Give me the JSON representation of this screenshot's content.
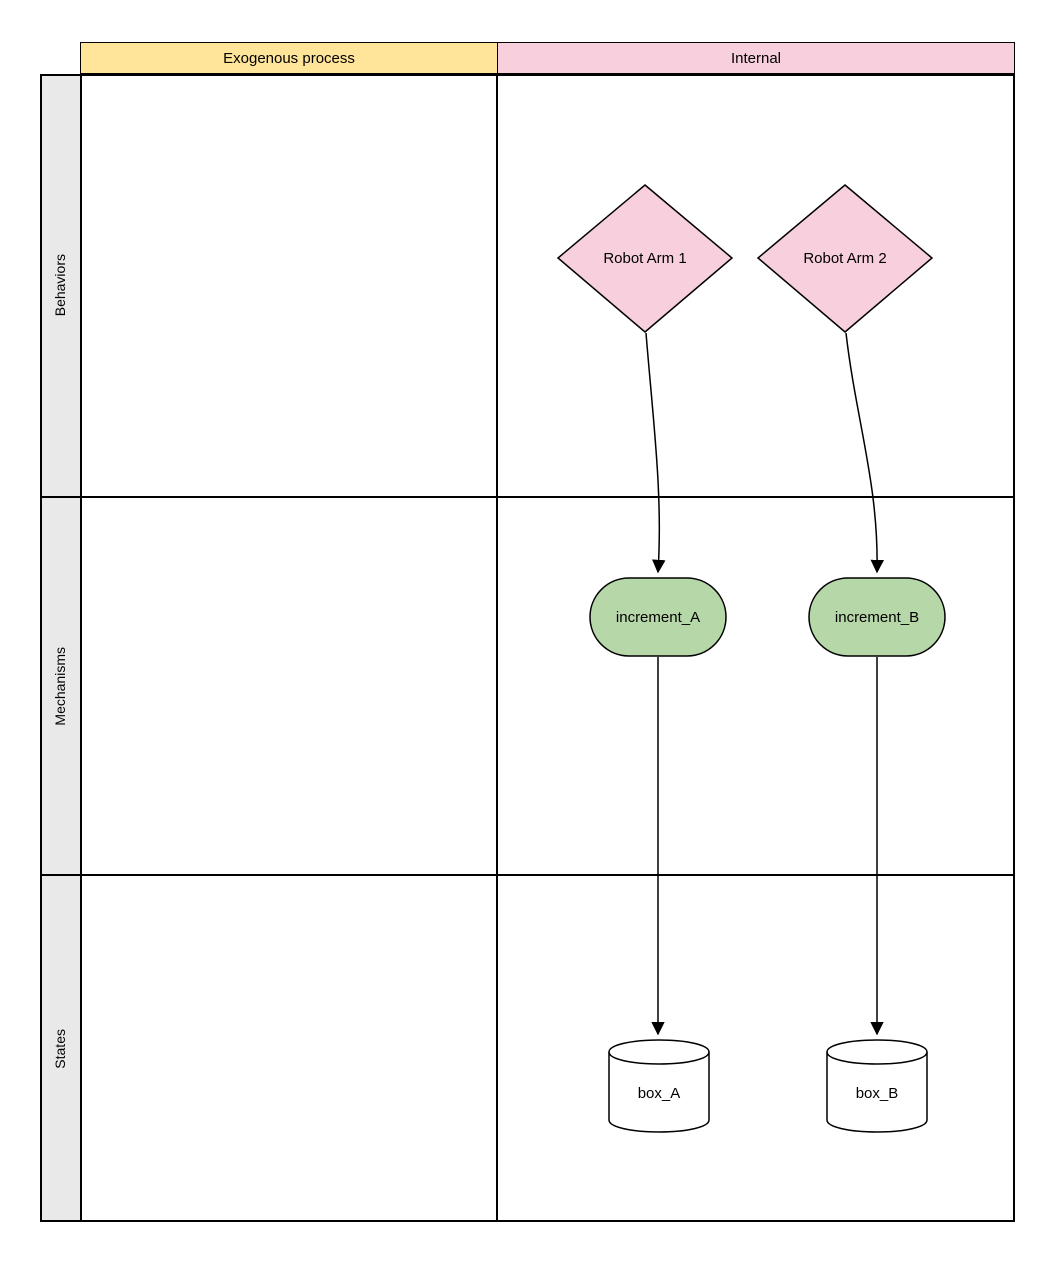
{
  "diagram": {
    "columns": [
      {
        "label": "Exogenous process",
        "fill": "#ffe599"
      },
      {
        "label": "Internal",
        "fill": "#f8cfdc"
      }
    ],
    "rows": [
      {
        "label": "Behaviors"
      },
      {
        "label": "Mechanisms"
      },
      {
        "label": "States"
      }
    ],
    "nodes": [
      {
        "id": "robot_arm_1",
        "label": "Robot Arm 1",
        "shape": "diamond",
        "row": "Behaviors",
        "column": "Internal",
        "fill": "#f8cfdc"
      },
      {
        "id": "robot_arm_2",
        "label": "Robot Arm 2",
        "shape": "diamond",
        "row": "Behaviors",
        "column": "Internal",
        "fill": "#f8cfdc"
      },
      {
        "id": "increment_A",
        "label": "increment_A",
        "shape": "rounded",
        "row": "Mechanisms",
        "column": "Internal",
        "fill": "#b6d7a8"
      },
      {
        "id": "increment_B",
        "label": "increment_B",
        "shape": "rounded",
        "row": "Mechanisms",
        "column": "Internal",
        "fill": "#b6d7a8"
      },
      {
        "id": "box_A",
        "label": "box_A",
        "shape": "cylinder",
        "row": "States",
        "column": "Internal",
        "fill": "#ffffff"
      },
      {
        "id": "box_B",
        "label": "box_B",
        "shape": "cylinder",
        "row": "States",
        "column": "Internal",
        "fill": "#ffffff"
      }
    ],
    "edges": [
      {
        "from": "robot_arm_1",
        "to": "increment_A"
      },
      {
        "from": "robot_arm_2",
        "to": "increment_B"
      },
      {
        "from": "increment_A",
        "to": "box_A"
      },
      {
        "from": "increment_B",
        "to": "box_B"
      }
    ],
    "colors": {
      "header_exogenous": "#ffe599",
      "header_internal": "#f8cfdc",
      "node_pink": "#f8cfdc",
      "node_green": "#b6d7a8",
      "lane_label_bg": "#e9e9e9",
      "line": "#000000"
    }
  }
}
